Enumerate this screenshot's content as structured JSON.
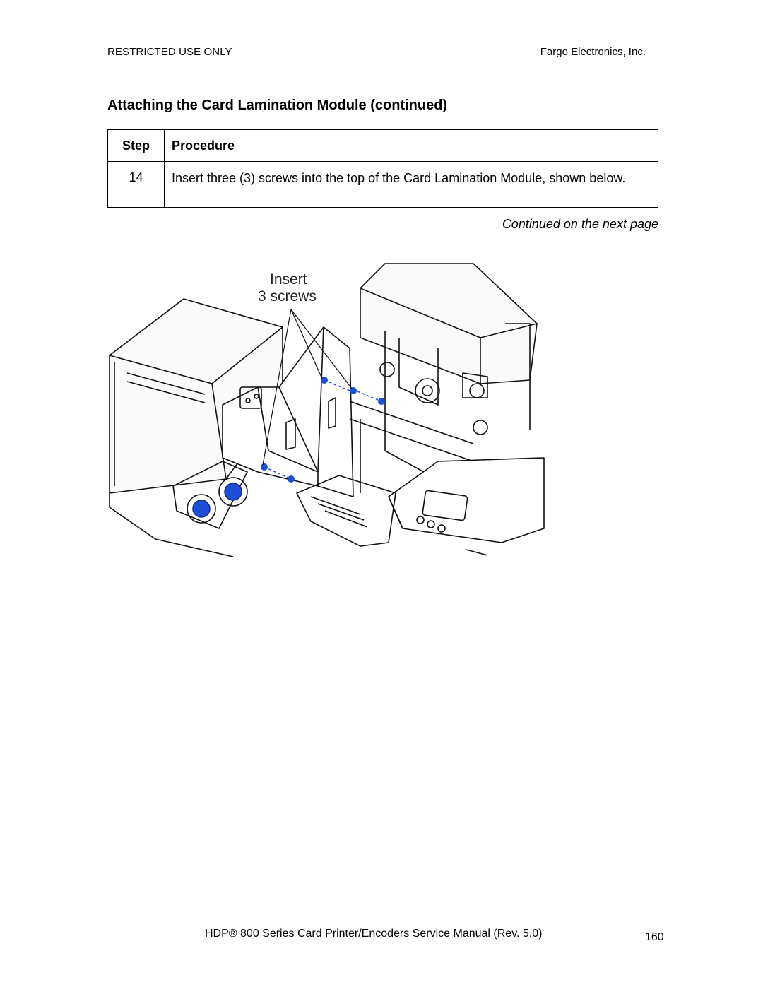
{
  "header": {
    "left": "RESTRICTED USE ONLY",
    "right": "Fargo Electronics, Inc."
  },
  "section": {
    "title": "Attaching the Card Lamination Module (continued)"
  },
  "procedure_table": {
    "columns": [
      "Step",
      "Procedure"
    ],
    "rows": [
      {
        "step": "14",
        "procedure": "Insert three (3) screws into the top of the Card Lamination Module, shown below."
      }
    ]
  },
  "continued_note": "Continued on the next page",
  "figure": {
    "callout_line1": "Insert",
    "callout_line2": "3 screws",
    "screw_color": "#1a4fd8"
  },
  "footer": {
    "manual_title": "HDP® 800 Series Card Printer/Encoders Service Manual (Rev. 5.0)",
    "page_number": "160"
  }
}
